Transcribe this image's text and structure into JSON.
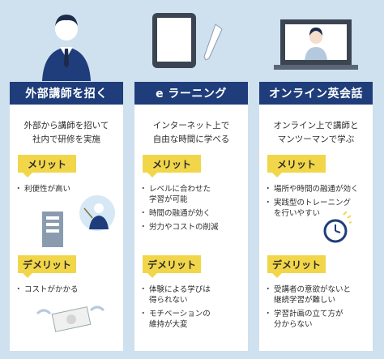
{
  "columns": [
    {
      "title": "外部講師を招く",
      "desc": [
        "外部から講師を招いて",
        "社内で研修を実施"
      ],
      "merit_label": "メリット",
      "merits": [
        "利便性が高い"
      ],
      "demerit_label": "デメリット",
      "demerits": [
        "コストがかかる"
      ]
    },
    {
      "title": "e ラーニング",
      "desc": [
        "インターネット上で",
        "自由な時間に学べる"
      ],
      "merit_label": "メリット",
      "merits": [
        "レベルに合わせた\n学習が可能",
        "時間の融通が効く",
        "労力やコストの削減"
      ],
      "demerit_label": "デメリット",
      "demerits": [
        "体験による学びは\n得られない",
        "モチベーションの\n維持が大変"
      ]
    },
    {
      "title": "オンライン英会話",
      "desc": [
        "オンライン上で講師と",
        "マンツーマンで学ぶ"
      ],
      "merit_label": "メリット",
      "merits": [
        "場所や時間の融通が効く",
        "実践型のトレーニング\nを行いやすい"
      ],
      "demerit_label": "デメリット",
      "demerits": [
        "受講者の意欲がないと\n継続学習が難しい",
        "学習計画の立て方が\n分からない"
      ]
    }
  ],
  "colors": {
    "navy": "#1e3d7a",
    "yellow": "#f2d64a",
    "bg": "#cfe0ef"
  },
  "icons": [
    "presenter-person-icon",
    "tablet-icon",
    "stylus-pen-icon",
    "laptop-video-call-icon",
    "building-icon",
    "teacher-bubble-icon",
    "money-flying-icon",
    "clock-icon"
  ]
}
